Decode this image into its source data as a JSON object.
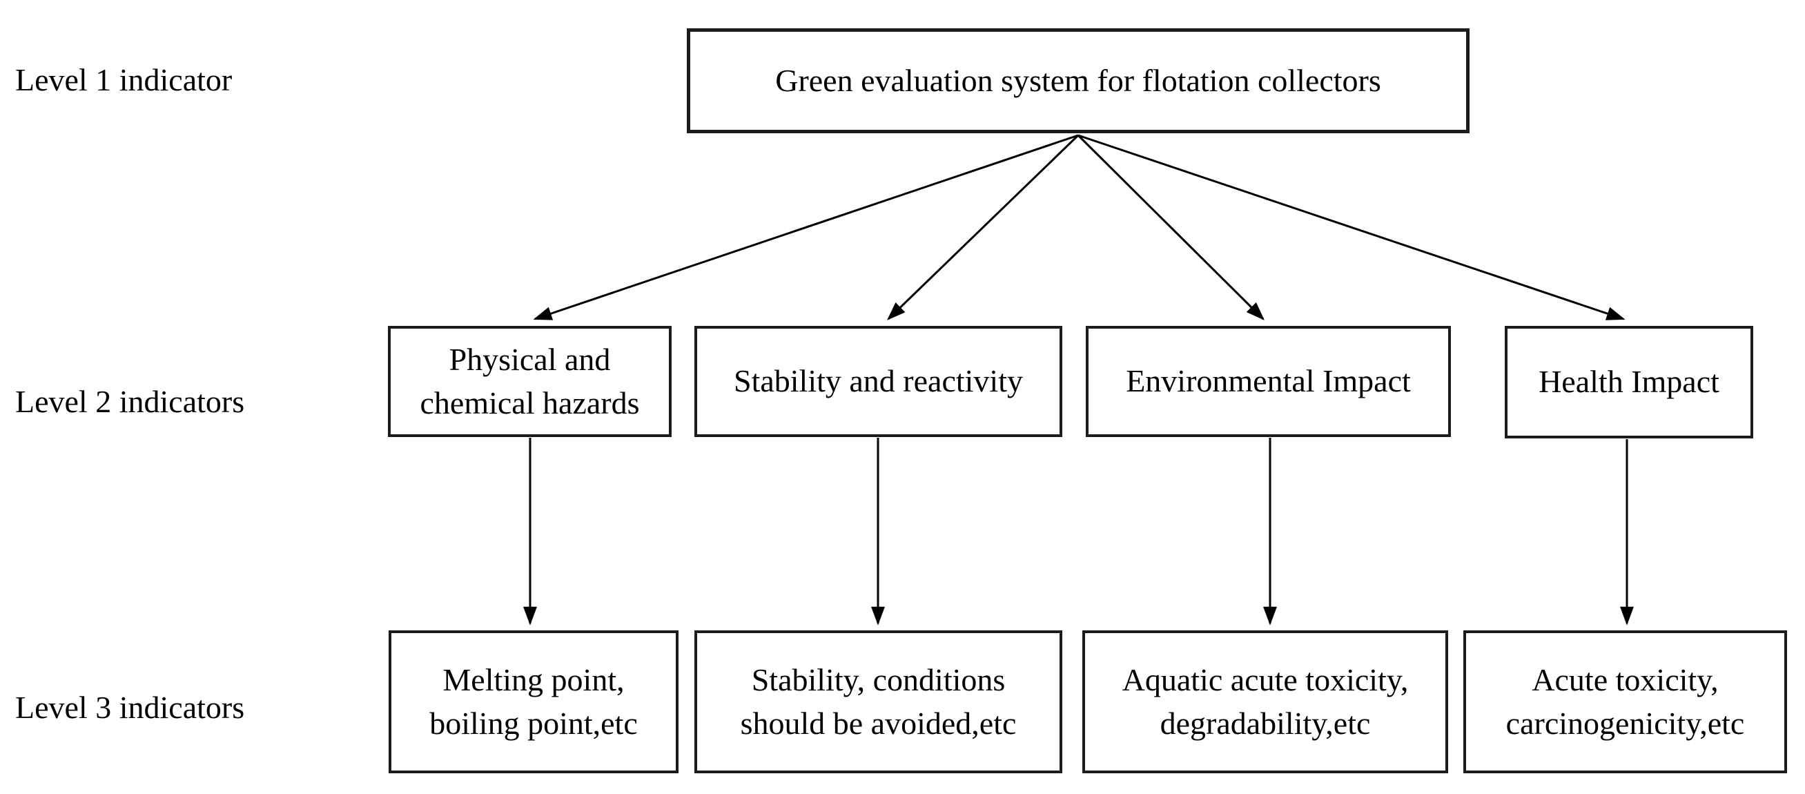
{
  "colors": {
    "background": "#ffffff",
    "box_border": "#1c1c1c",
    "line": "#000000",
    "text": "#000000"
  },
  "row_labels": {
    "level1": "Level 1 indicator",
    "level2": "Level 2 indicators",
    "level3": "Level 3 indicators"
  },
  "level1": {
    "title": "Green evaluation system for flotation collectors"
  },
  "level2": [
    {
      "label": "Physical and\nchemical hazards"
    },
    {
      "label": "Stability and reactivity"
    },
    {
      "label": "Environmental Impact"
    },
    {
      "label": "Health Impact"
    }
  ],
  "level3": [
    {
      "label": "Melting point,\nboiling point,etc"
    },
    {
      "label": "Stability, conditions\nshould be avoided,etc"
    },
    {
      "label": "Aquatic acute toxicity,\ndegradability,etc"
    },
    {
      "label": "Acute toxicity,\ncarcinogenicity,etc"
    }
  ]
}
